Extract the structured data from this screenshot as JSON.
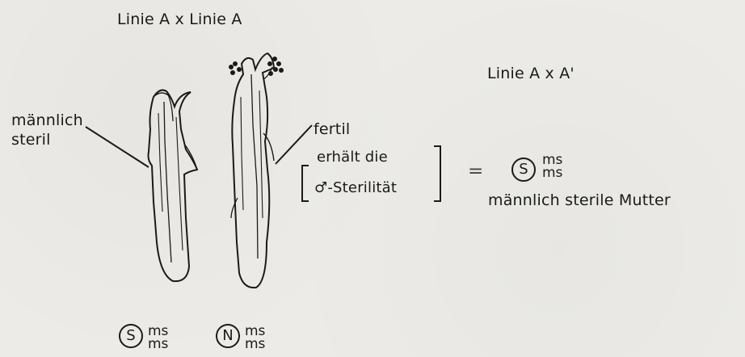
{
  "labels": {
    "title_left": "Linie A  x Linie A",
    "title_right": "Linie A x A'",
    "left_note_line1": "männlich",
    "left_note_line2": "steril",
    "fertile_label": "fertil",
    "bracket_line1": "erhält die",
    "bracket_line2": "♂-Sterilität",
    "equals": "=",
    "result_caption": "männlich sterile Mutter"
  },
  "genotypes": {
    "result": {
      "cytoplasm": "S",
      "top": "ms",
      "bottom": "ms"
    },
    "left_plant": {
      "cytoplasm": "S",
      "top": "ms",
      "bottom": "ms"
    },
    "right_plant": {
      "cytoplasm": "N",
      "top": "ms",
      "bottom": "ms"
    }
  }
}
